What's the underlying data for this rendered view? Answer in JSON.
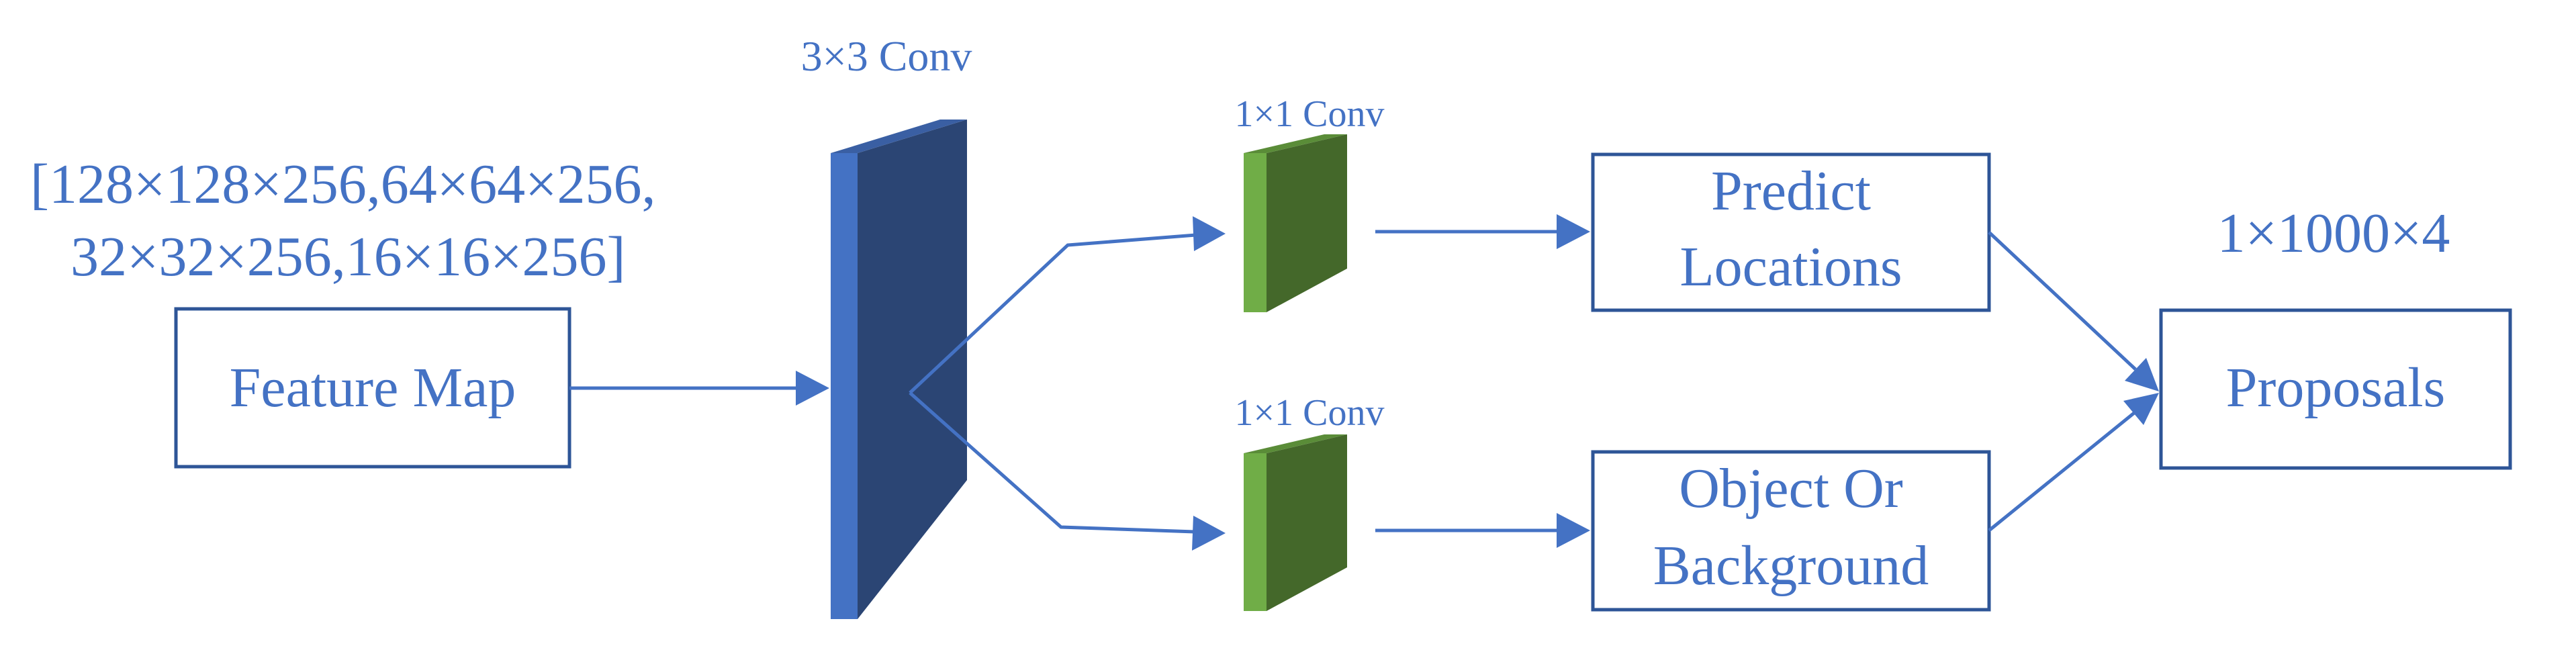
{
  "input_shapes": {
    "line1": "[128×128×256,64×64×256,",
    "line2": "32×32×256,16×16×256]"
  },
  "boxes": {
    "feature_map": "Feature Map",
    "predict_locations": {
      "line1": "Predict",
      "line2": "Locations"
    },
    "object_or_background": {
      "line1": "Object Or",
      "line2": "Background"
    },
    "proposals": "Proposals"
  },
  "conv_labels": {
    "conv3x3": "3×3 Conv",
    "conv1x1_top": "1×1 Conv",
    "conv1x1_bottom": "1×1 Conv"
  },
  "output_shape": "1×1000×4",
  "colors": {
    "text": "#4472C4",
    "box_border": "#2E5597",
    "arrow": "#4472C4",
    "conv3x3_front": "#4472C4",
    "conv3x3_side": "#2B4574",
    "conv1x1_front": "#70AD47",
    "conv1x1_side": "#44682A"
  }
}
